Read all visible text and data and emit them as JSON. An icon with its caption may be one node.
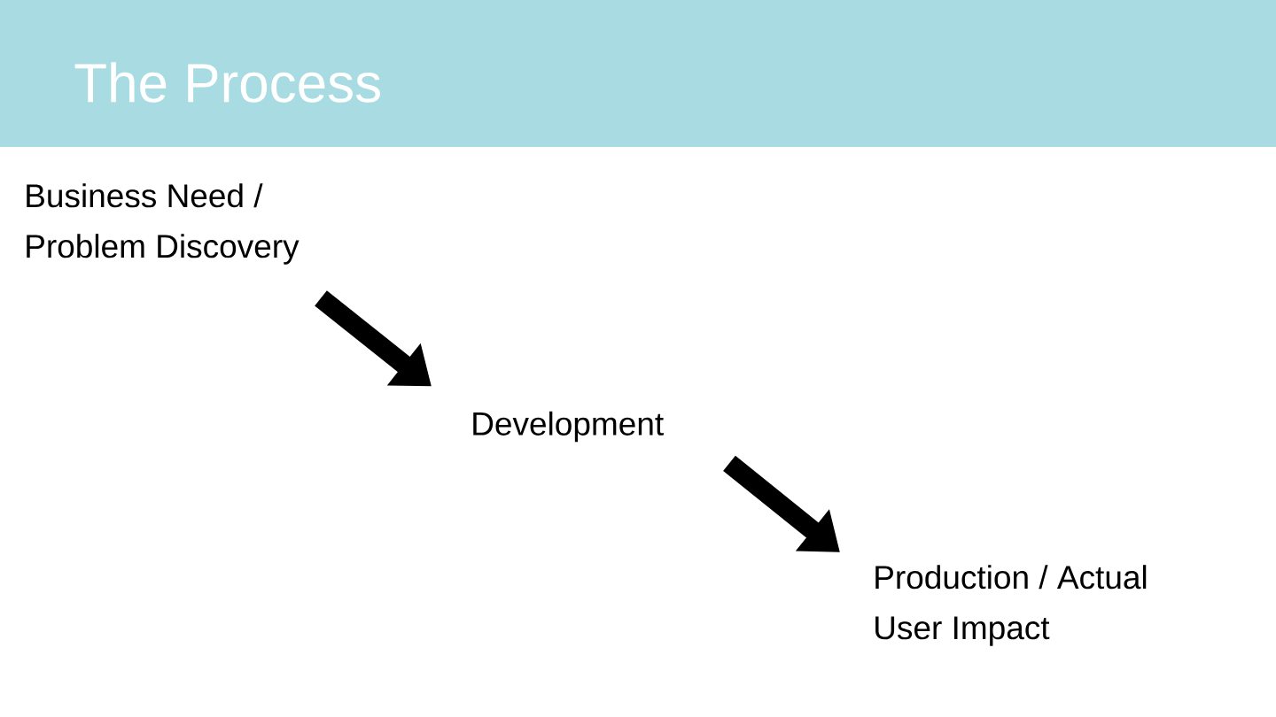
{
  "diagram": {
    "title": "The Process",
    "nodes": [
      {
        "text": [
          "Business Need / Problem Discovery"
        ]
      },
      {
        "text": [
          "Development"
        ]
      },
      {
        "text": [
          "Production / Actual User Impact"
        ]
      }
    ],
    "edges": [
      {
        "from": 0,
        "to": 1,
        "arrow": "to"
      },
      {
        "from": 1,
        "to": 2,
        "arrow": "to"
      }
    ]
  }
}
